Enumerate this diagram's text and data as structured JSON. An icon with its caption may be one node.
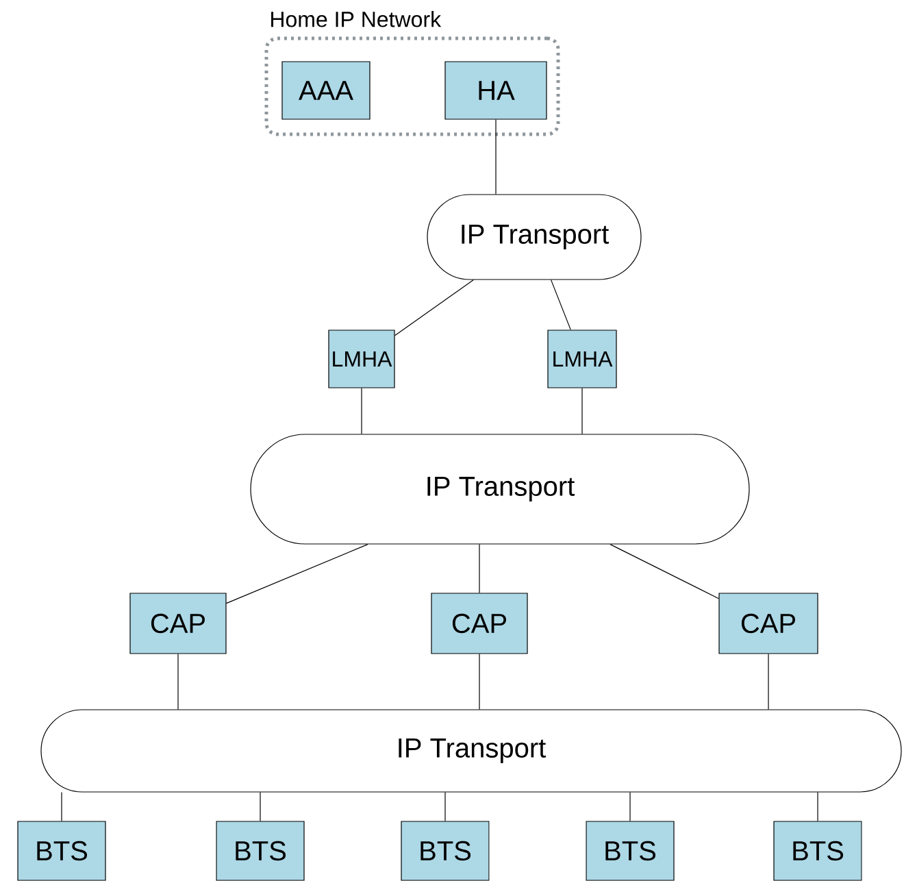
{
  "diagram": {
    "nodes": [
      {
        "text": [
          "Home IP Network"
        ]
      },
      {
        "text": [
          "AAA"
        ],
        "in": 0
      },
      {
        "text": [
          "HA"
        ],
        "in": 0
      },
      {
        "text": [
          "IP Transport"
        ]
      },
      {
        "text": [
          "LMHA"
        ]
      },
      {
        "text": [
          "LMHA"
        ]
      },
      {
        "text": [
          "IP Transport"
        ]
      },
      {
        "text": [
          "CAP"
        ]
      },
      {
        "text": [
          "CAP"
        ]
      },
      {
        "text": [
          "CAP"
        ]
      },
      {
        "text": [
          "IP Transport"
        ]
      },
      {
        "text": [
          "BTS"
        ]
      },
      {
        "text": [
          "BTS"
        ]
      },
      {
        "text": [
          "BTS"
        ]
      },
      {
        "text": [
          "BTS"
        ]
      },
      {
        "text": [
          "BTS"
        ]
      }
    ],
    "edges": [
      {
        "from": 2,
        "to": 3,
        "arrow": "none"
      },
      {
        "from": 3,
        "to": 4,
        "arrow": "none"
      },
      {
        "from": 3,
        "to": 5,
        "arrow": "none"
      },
      {
        "from": 4,
        "to": 6,
        "arrow": "none"
      },
      {
        "from": 5,
        "to": 6,
        "arrow": "none"
      },
      {
        "from": 6,
        "to": 7,
        "arrow": "none"
      },
      {
        "from": 6,
        "to": 8,
        "arrow": "none"
      },
      {
        "from": 6,
        "to": 9,
        "arrow": "none"
      },
      {
        "from": 7,
        "to": 10,
        "arrow": "none"
      },
      {
        "from": 8,
        "to": 10,
        "arrow": "none"
      },
      {
        "from": 9,
        "to": 10,
        "arrow": "none"
      },
      {
        "from": 10,
        "to": 11,
        "arrow": "none"
      },
      {
        "from": 10,
        "to": 12,
        "arrow": "none"
      },
      {
        "from": 10,
        "to": 13,
        "arrow": "none"
      },
      {
        "from": 10,
        "to": 14,
        "arrow": "none"
      },
      {
        "from": 10,
        "to": 15,
        "arrow": "none"
      }
    ]
  }
}
